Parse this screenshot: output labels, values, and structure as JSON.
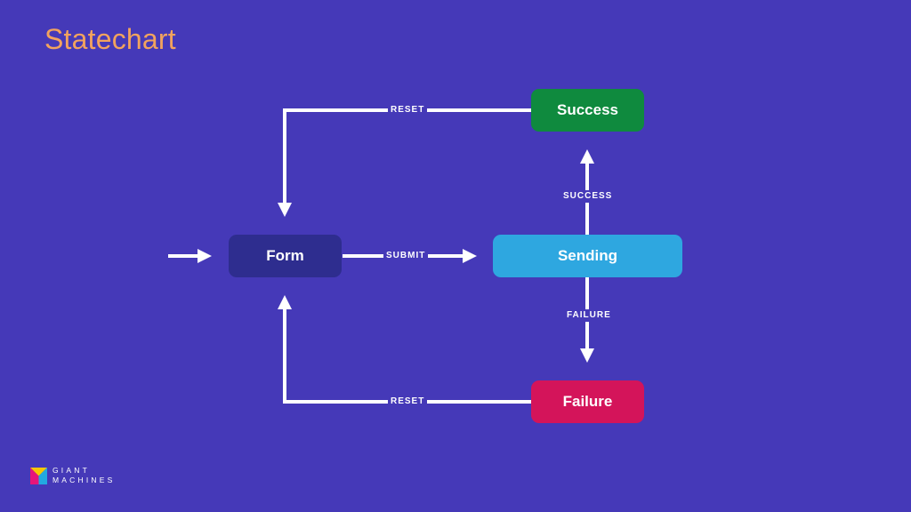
{
  "title": "Statechart",
  "nodes": {
    "form": {
      "label": "Form",
      "color": "#2e2d8f"
    },
    "sending": {
      "label": "Sending",
      "color": "#2ea7e0"
    },
    "success": {
      "label": "Success",
      "color": "#0f8a3e"
    },
    "failure": {
      "label": "Failure",
      "color": "#d4145a"
    }
  },
  "edges": {
    "submit": "SUBMIT",
    "success": "SUCCESS",
    "failure": "FAILURE",
    "reset_top": "RESET",
    "reset_bottom": "RESET"
  },
  "logo": {
    "line1": "GIANT",
    "line2": "MACHINES"
  },
  "colors": {
    "background": "#4539b8",
    "title": "#f2a35e",
    "arrow": "#ffffff"
  }
}
